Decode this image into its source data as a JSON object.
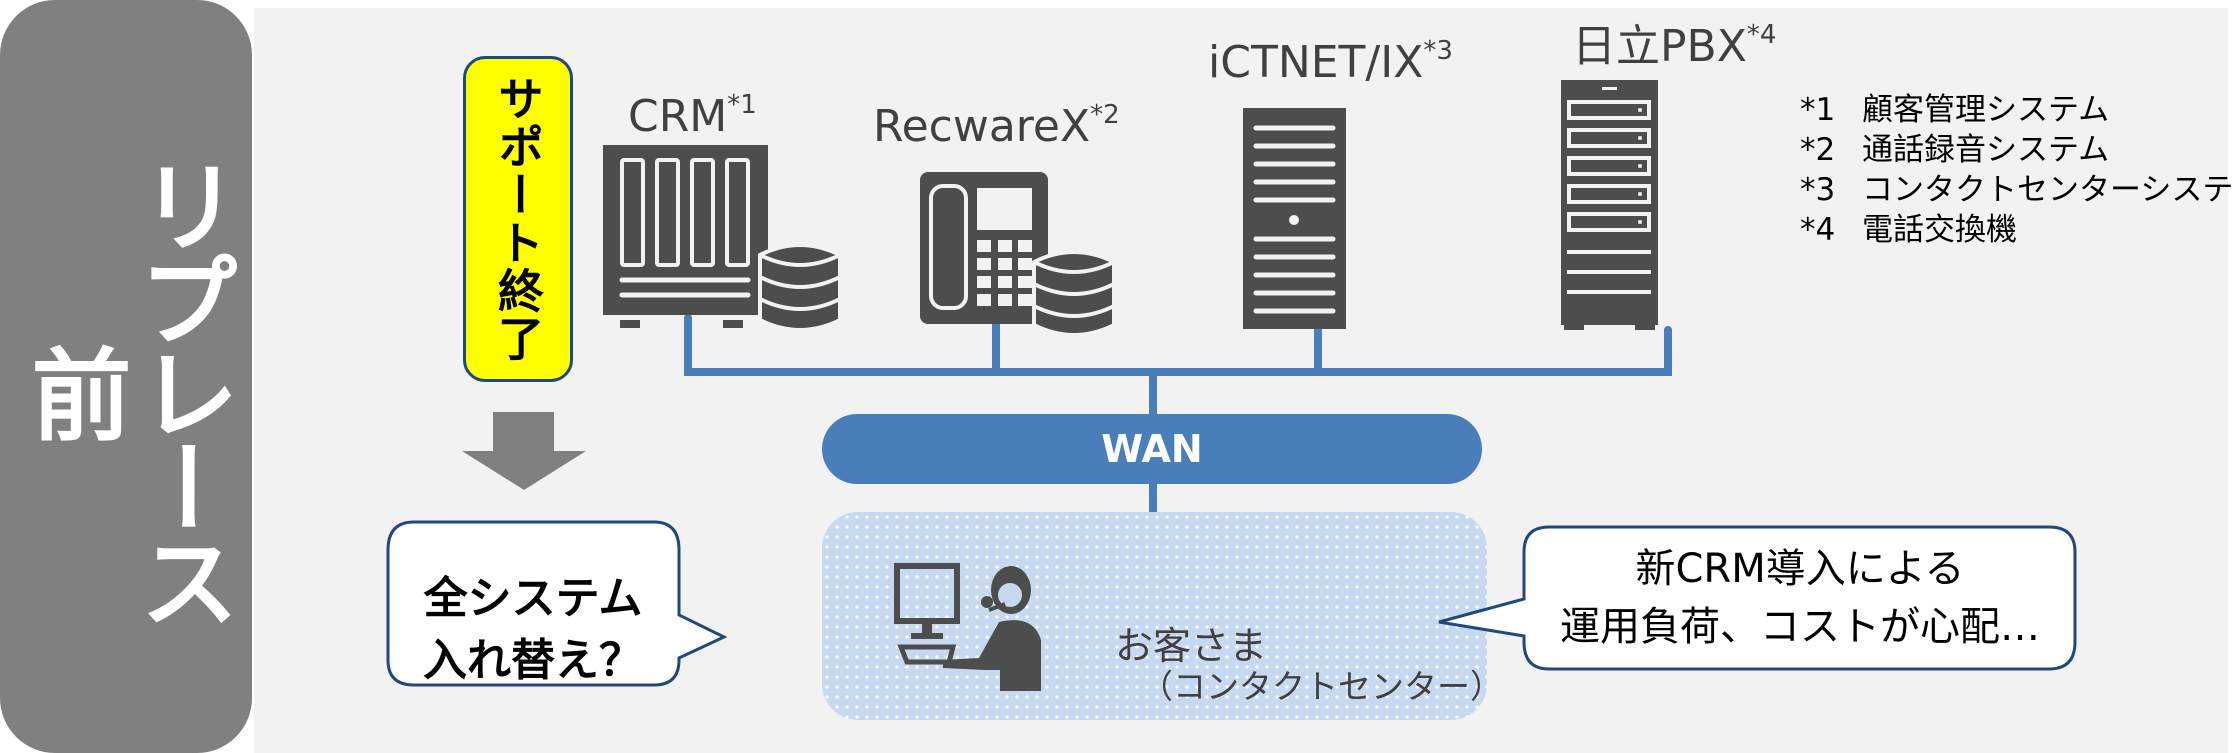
{
  "side_label": "リプレース前",
  "support_label": "サポート終了",
  "systems": [
    {
      "name": "CRM",
      "mark": "*1",
      "icon": "nas-server-with-database-icon"
    },
    {
      "name": "RecwareX",
      "mark": "*2",
      "icon": "desk-phone-with-database-icon"
    },
    {
      "name": "iCTNET/IX",
      "mark": "*3",
      "icon": "tower-server-icon"
    },
    {
      "name": "日立PBX",
      "mark": "*4",
      "icon": "rack-server-icon"
    }
  ],
  "footnotes": [
    {
      "mark": "*1",
      "text": "顧客管理システム"
    },
    {
      "mark": "*2",
      "text": "通話録音システム"
    },
    {
      "mark": "*3",
      "text": "コンタクトセンターシステム"
    },
    {
      "mark": "*4",
      "text": "電話交換機"
    }
  ],
  "wan_label": "WAN",
  "customer": {
    "name": "お客さま",
    "sub": "（コンタクトセンター）"
  },
  "left_bubble": {
    "line1": "全システム",
    "line2": "入れ替え？"
  },
  "right_bubble": {
    "line1": "新CRM導入による",
    "line2": "運用負荷、コストが心配…"
  },
  "colors": {
    "network_blue": "#4a7ebb",
    "device_gray": "#4d4d4d",
    "highlight_yellow": "#ffff00",
    "bubble_border": "#1f497d"
  }
}
